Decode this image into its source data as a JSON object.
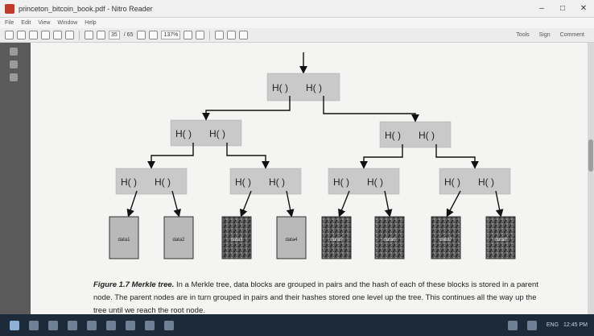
{
  "window": {
    "title": "princeton_bitcoin_book.pdf - Nitro Reader",
    "minimize": "–",
    "maximize": "□",
    "close": "✕"
  },
  "menu": [
    "File",
    "Edit",
    "View",
    "Window",
    "Help"
  ],
  "toolbar": {
    "page_current": "35",
    "page_total": "/ 65",
    "zoom": "137%",
    "right_items": [
      "Tools",
      "Sign",
      "Comment"
    ]
  },
  "tree": {
    "hash_label": "H(  )"
  },
  "data_blocks": [
    {
      "label": "data1",
      "style": "plain"
    },
    {
      "label": "data2",
      "style": "plain"
    },
    {
      "label": "data3",
      "style": "dark"
    },
    {
      "label": "data4",
      "style": "plain"
    },
    {
      "label": "data5",
      "style": "dark"
    },
    {
      "label": "data6",
      "style": "dark"
    },
    {
      "label": "data7",
      "style": "dark"
    },
    {
      "label": "data8",
      "style": "dark"
    }
  ],
  "caption": {
    "label": "Figure 1.7 Merkle tree.",
    "text": " In a Merkle tree, data blocks are grouped in pairs and the hash of each of these blocks is stored in a parent node. The parent nodes are in turn grouped in pairs and their hashes stored one level up the tree. This continues all the way up the tree until we reach the root node."
  },
  "taskbar": {
    "tray_items": [
      "ENG",
      "12:45 PM"
    ]
  },
  "colors": {
    "hash_node": "#c9c9c9",
    "page": "#f4f4f2",
    "taskbar": "#1c2a3a"
  }
}
